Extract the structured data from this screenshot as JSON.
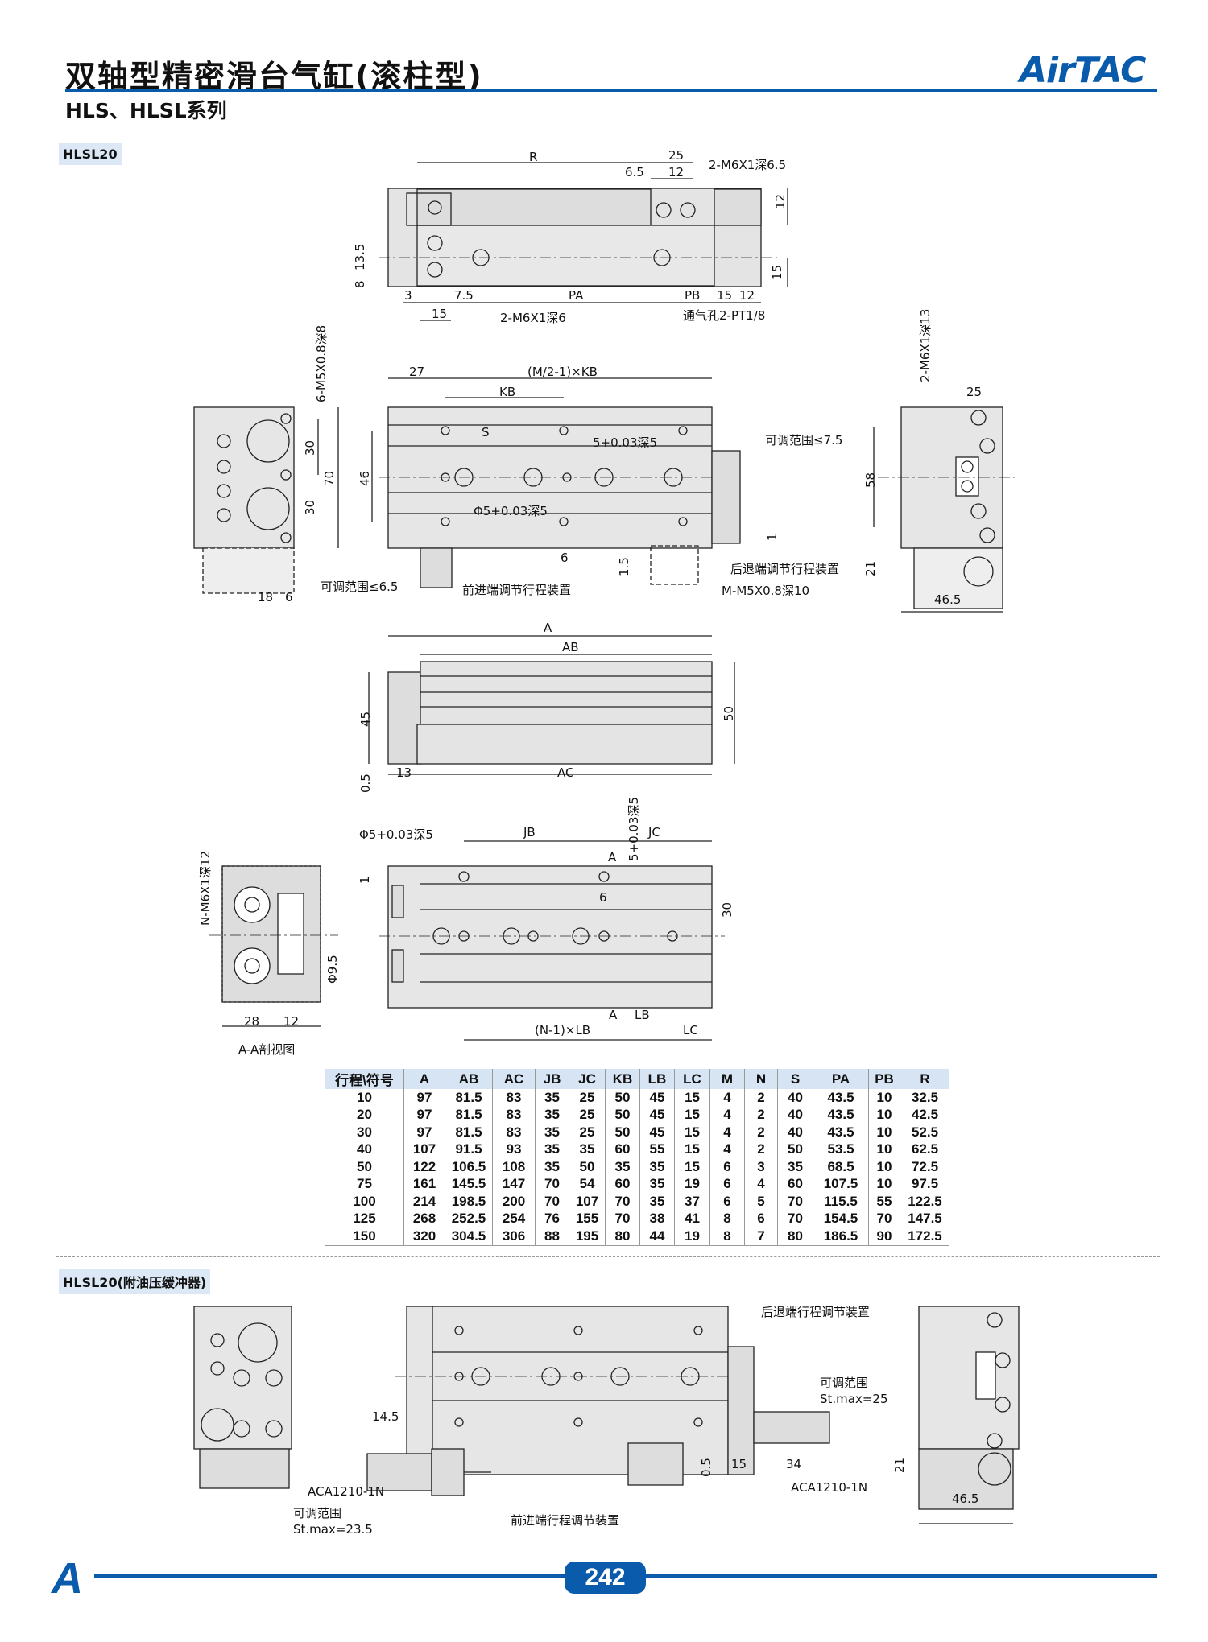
{
  "header": {
    "title": "双轴型精密滑台气缸(滚柱型)",
    "series": "HLS、HLSL系列",
    "logo": "AirTAC",
    "accent_color": "#0a5bab"
  },
  "section1": {
    "badge": "HLSL20",
    "top_view": [
      "R",
      "25",
      "6.5",
      "12",
      "2-M6X1深6.5",
      "12",
      "13.5",
      "8",
      "15",
      "3",
      "7.5",
      "PA",
      "PB",
      "15",
      "12",
      "15",
      "2-M6X1深6",
      "通气孔2-PT1/8"
    ],
    "left_view": [
      "6-M5X0.8深8",
      "30",
      "70",
      "30",
      "18",
      "6",
      "可调范围≤6.5"
    ],
    "front_view": [
      "27",
      "(M/2-1)×KB",
      "KB",
      "S",
      "5+0.03深5",
      "46",
      "Φ5+0.03深5",
      "6",
      "1.5",
      "前进端调节行程装置",
      "可调范围≤7.5",
      "1",
      "后退端调节行程装置",
      "M-M5X0.8深10"
    ],
    "right_view": [
      "2-M6X1深13",
      "25",
      "58",
      "21",
      "46.5"
    ],
    "side_view": [
      "A",
      "AB",
      "45",
      "0.5",
      "13",
      "AC",
      "50"
    ],
    "section_view": [
      "N-M6X1深12",
      "Φ9.5",
      "28",
      "12",
      "A-A剖视图"
    ],
    "bottom_view": [
      "Φ5+0.03深5",
      "JB",
      "5+0.03深5",
      "JC",
      "A",
      "1",
      "6",
      "30",
      "A",
      "LB",
      "(N-1)×LB",
      "LC"
    ]
  },
  "table": {
    "headers": [
      "行程\\符号",
      "A",
      "AB",
      "AC",
      "JB",
      "JC",
      "KB",
      "LB",
      "LC",
      "M",
      "N",
      "S",
      "PA",
      "PB",
      "R"
    ],
    "rows": [
      [
        "10",
        "97",
        "81.5",
        "83",
        "35",
        "25",
        "50",
        "45",
        "15",
        "4",
        "2",
        "40",
        "43.5",
        "10",
        "32.5"
      ],
      [
        "20",
        "97",
        "81.5",
        "83",
        "35",
        "25",
        "50",
        "45",
        "15",
        "4",
        "2",
        "40",
        "43.5",
        "10",
        "42.5"
      ],
      [
        "30",
        "97",
        "81.5",
        "83",
        "35",
        "25",
        "50",
        "45",
        "15",
        "4",
        "2",
        "40",
        "43.5",
        "10",
        "52.5"
      ],
      [
        "40",
        "107",
        "91.5",
        "93",
        "35",
        "35",
        "60",
        "55",
        "15",
        "4",
        "2",
        "50",
        "53.5",
        "10",
        "62.5"
      ],
      [
        "50",
        "122",
        "106.5",
        "108",
        "35",
        "50",
        "35",
        "35",
        "15",
        "6",
        "3",
        "35",
        "68.5",
        "10",
        "72.5"
      ],
      [
        "75",
        "161",
        "145.5",
        "147",
        "70",
        "54",
        "60",
        "35",
        "19",
        "6",
        "4",
        "60",
        "107.5",
        "10",
        "97.5"
      ],
      [
        "100",
        "214",
        "198.5",
        "200",
        "70",
        "107",
        "70",
        "35",
        "37",
        "6",
        "5",
        "70",
        "115.5",
        "55",
        "122.5"
      ],
      [
        "125",
        "268",
        "252.5",
        "254",
        "76",
        "155",
        "70",
        "38",
        "41",
        "8",
        "6",
        "70",
        "154.5",
        "70",
        "147.5"
      ],
      [
        "150",
        "320",
        "304.5",
        "306",
        "88",
        "195",
        "80",
        "44",
        "19",
        "8",
        "7",
        "80",
        "186.5",
        "90",
        "172.5"
      ]
    ]
  },
  "section2": {
    "badge": "HLSL20(附油压缓冲器)",
    "labels": [
      "后退端行程调节装置",
      "可调范围",
      "St.max=25",
      "14.5",
      "0.5",
      "15",
      "34",
      "ACA1210-1N",
      "ACA1210-1N",
      "可调范围",
      "St.max=23.5",
      "前进端行程调节装置",
      "21",
      "46.5"
    ]
  },
  "footer": {
    "page": "242",
    "logo": "A"
  }
}
